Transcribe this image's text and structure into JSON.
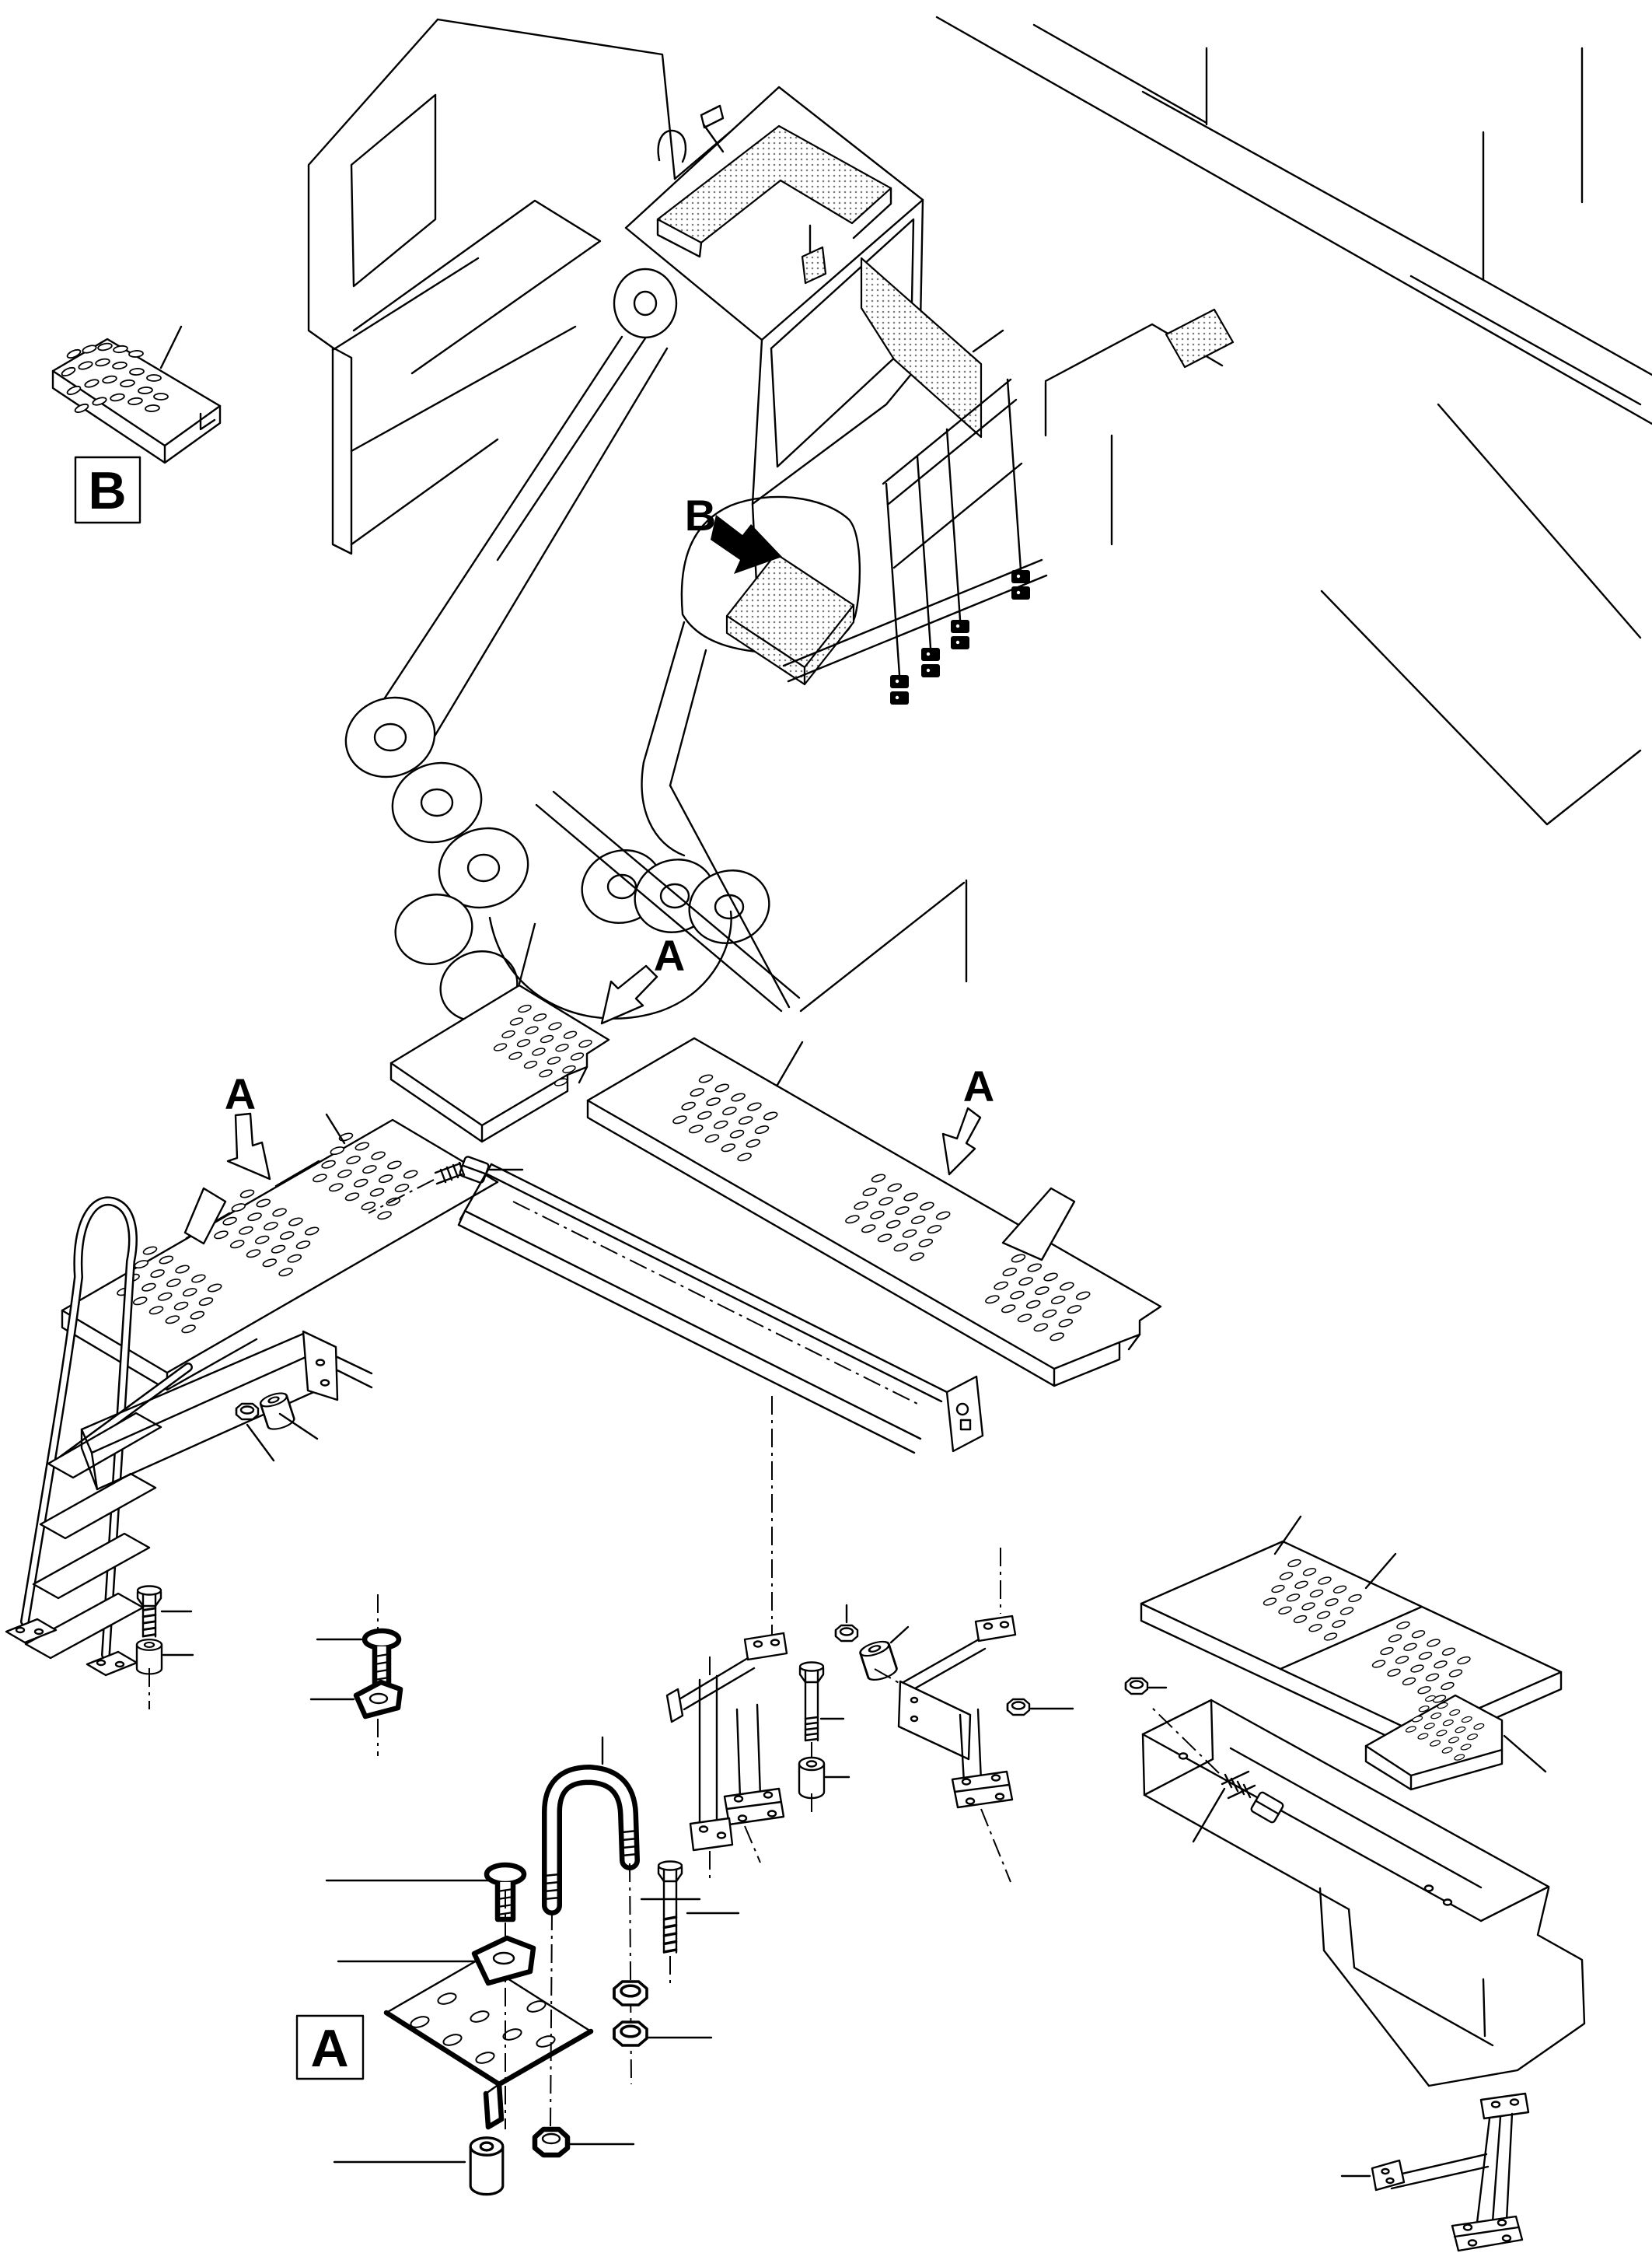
{
  "page": {
    "background": "#ffffff",
    "line_color": "#000000",
    "hatch_dot_color": "#777777"
  },
  "labels": {
    "detail_b_box": "B",
    "view_b_arrow": "B",
    "view_a_top": "A",
    "view_a_left": "A",
    "view_a_right": "A",
    "detail_a_box": "A"
  }
}
